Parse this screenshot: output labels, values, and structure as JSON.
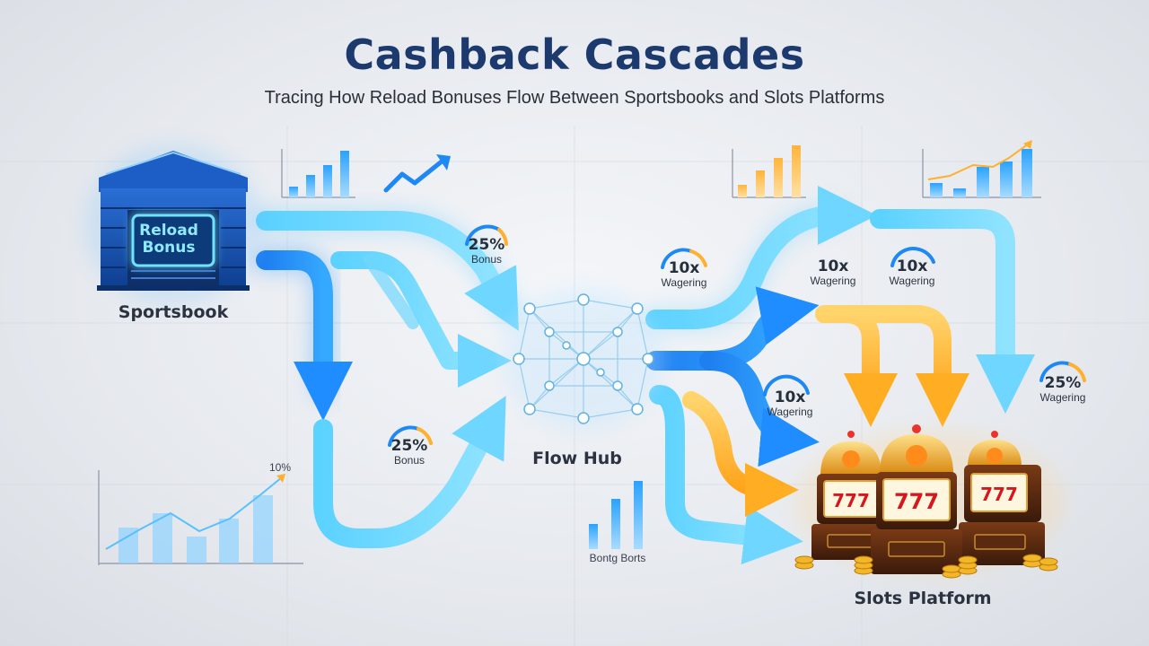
{
  "header": {
    "title": "Cashback Cascades",
    "subtitle": "Tracing How Reload Bonuses Flow Between Sportsbooks and Slots Platforms"
  },
  "nodes": {
    "sportsbook": {
      "label": "Sportsbook",
      "sign_text": "Reload Bonus"
    },
    "hub": {
      "label": "Flow Hub"
    },
    "slots": {
      "label": "Slots Platform"
    }
  },
  "badges": [
    {
      "value": "25%",
      "caption": "Bonus"
    },
    {
      "value": "25%",
      "caption": "Bonus"
    },
    {
      "value": "10x",
      "caption": "Wagering"
    },
    {
      "value": "10x",
      "caption": "Wagering"
    },
    {
      "value": "10x",
      "caption": "Wagering"
    },
    {
      "value": "10x",
      "caption": "Wagering"
    },
    {
      "value": "25%",
      "caption": "Wagering"
    }
  ],
  "decor": {
    "mini_chart_note": "10%",
    "bars_caption": "Bontg Borts"
  },
  "colors": {
    "blue_flow": "#1e90ff",
    "cyan_flow": "#5fd0ff",
    "gold_flow": "#ffb22e",
    "title": "#1d3a6e"
  }
}
